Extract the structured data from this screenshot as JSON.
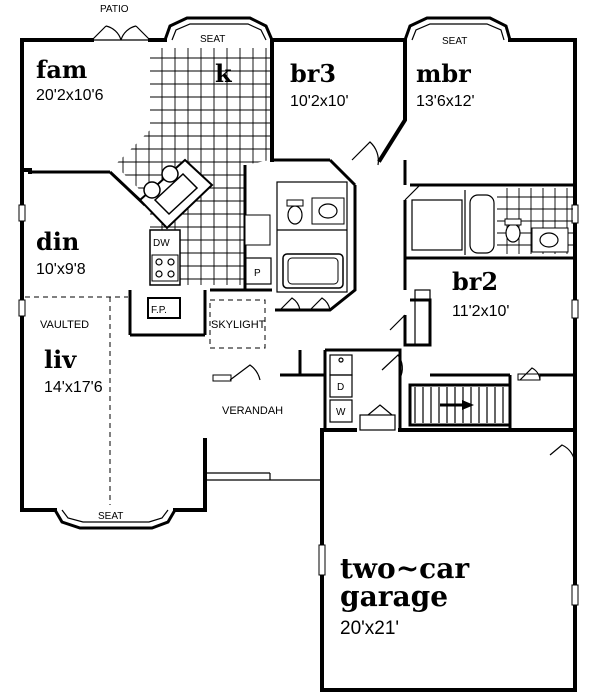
{
  "rooms": {
    "fam": {
      "name": "fam",
      "dim": "20'2x10'6"
    },
    "k": {
      "name": "k"
    },
    "br3": {
      "name": "br3",
      "dim": "10'2x10'"
    },
    "mbr": {
      "name": "mbr",
      "dim": "13'6x12'"
    },
    "din": {
      "name": "din",
      "dim": "10'x9'8"
    },
    "br2": {
      "name": "br2",
      "dim": "11'2x10'"
    },
    "liv": {
      "name": "liv",
      "dim": "14'x17'6"
    },
    "garage": {
      "name1": "two~car",
      "name2": "garage",
      "dim": "20'x21'"
    }
  },
  "labels": {
    "patio": "PATIO",
    "seat_top_left": "SEAT",
    "seat_top_right": "SEAT",
    "seat_bottom": "SEAT",
    "vaulted": "VAULTED",
    "skylight": "SKYLIGHT",
    "verandah": "VERANDAH",
    "dw": "DW",
    "fp": "F.P.",
    "pantry": "P",
    "dryer": "D",
    "washer": "W"
  }
}
